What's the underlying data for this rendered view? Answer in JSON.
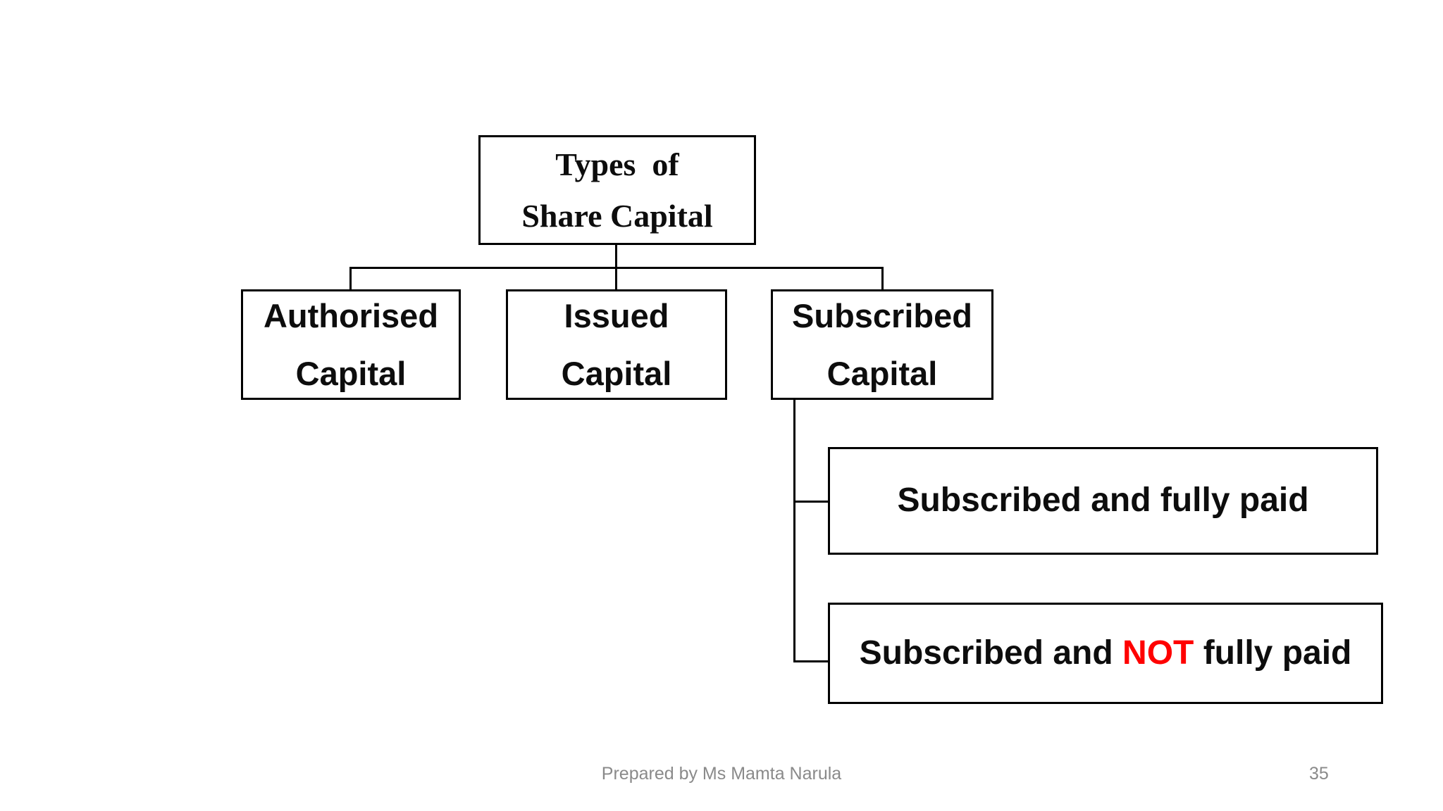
{
  "slide": {
    "title_box": {
      "text": "Types  of\nShare Capital"
    },
    "level1_boxes": [
      {
        "name": "authorised-capital",
        "text": "Authorised\nCapital"
      },
      {
        "name": "issued-capital",
        "text": "Issued\nCapital"
      },
      {
        "name": "subscribed-capital",
        "text": "Subscribed\nCapital"
      }
    ],
    "level2_boxes": [
      {
        "name": "subscribed-fully-paid",
        "text": "Subscribed and fully paid"
      },
      {
        "name": "subscribed-not-fully-paid",
        "prefix": "Subscribed and ",
        "highlight": "NOT",
        "suffix": " fully paid"
      }
    ],
    "footer": {
      "prepared_by": "Prepared by Ms Mamta Narula",
      "page_number": "35"
    },
    "colors": {
      "background": "#FFFFFF",
      "line": "#000000",
      "box_border": "#000000",
      "box_text": "#0D0D0D",
      "highlight": "#FF0000",
      "footer_text": "#8A8A8A"
    }
  }
}
